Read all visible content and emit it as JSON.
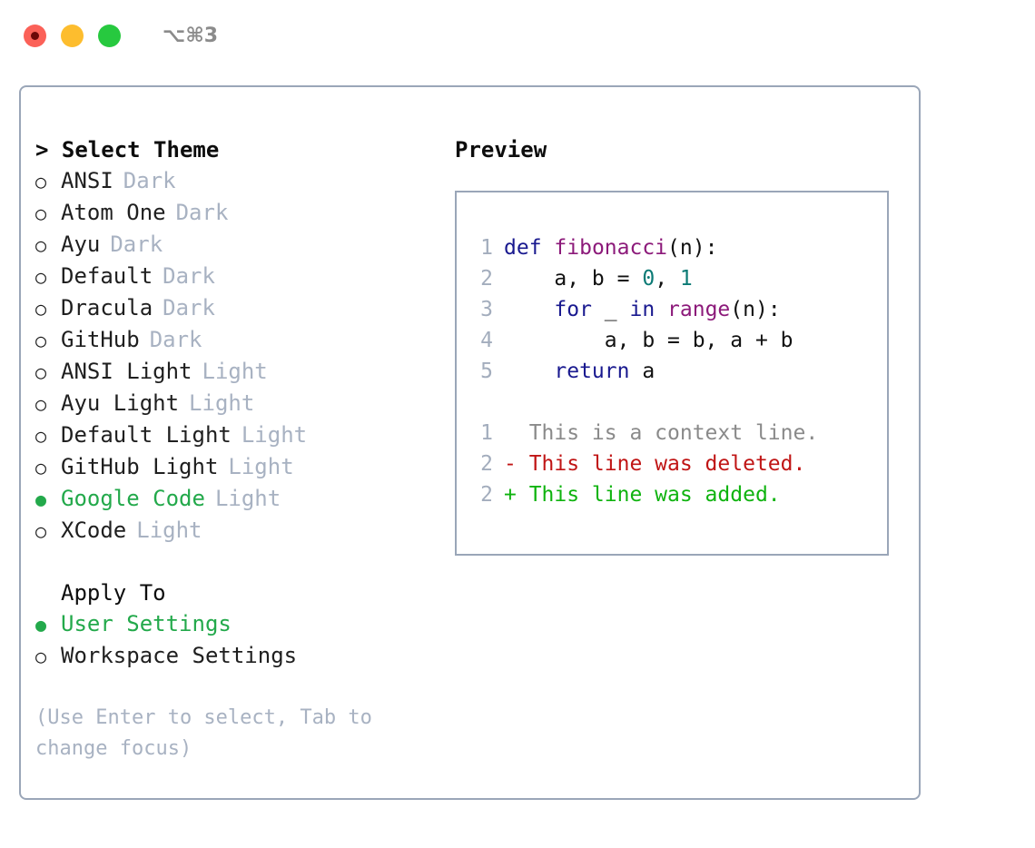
{
  "window": {
    "shortcut": "⌥⌘3",
    "lights": [
      {
        "name": "close",
        "color": "#fb6158"
      },
      {
        "name": "minimize",
        "color": "#fdbd2e"
      },
      {
        "name": "zoom",
        "color": "#27c93f"
      }
    ]
  },
  "theme_picker": {
    "header": "> Select Theme",
    "marker_selected": "●",
    "marker_unselected": "○",
    "items": [
      {
        "name": "ANSI",
        "tag": "Dark",
        "selected": false
      },
      {
        "name": "Atom One",
        "tag": "Dark",
        "selected": false
      },
      {
        "name": "Ayu",
        "tag": "Dark",
        "selected": false
      },
      {
        "name": "Default",
        "tag": "Dark",
        "selected": false
      },
      {
        "name": "Dracula",
        "tag": "Dark",
        "selected": false
      },
      {
        "name": "GitHub",
        "tag": "Dark",
        "selected": false
      },
      {
        "name": "ANSI Light",
        "tag": "Light",
        "selected": false
      },
      {
        "name": "Ayu Light",
        "tag": "Light",
        "selected": false
      },
      {
        "name": "Default Light",
        "tag": "Light",
        "selected": false
      },
      {
        "name": "GitHub Light",
        "tag": "Light",
        "selected": false
      },
      {
        "name": "Google Code",
        "tag": "Light",
        "selected": true
      },
      {
        "name": "XCode",
        "tag": "Light",
        "selected": false
      }
    ]
  },
  "apply_to": {
    "header": "Apply To",
    "items": [
      {
        "name": "User Settings",
        "selected": true
      },
      {
        "name": "Workspace Settings",
        "selected": false
      }
    ]
  },
  "hint": "(Use Enter to select, Tab to\nchange focus)",
  "preview": {
    "title": "Preview",
    "code_lines": [
      {
        "num": "1",
        "tokens": [
          {
            "t": "def",
            "k": "kw"
          },
          {
            "t": " ",
            "k": "pun"
          },
          {
            "t": "fibonacci",
            "k": "fn"
          },
          {
            "t": "(n):",
            "k": "pun"
          }
        ]
      },
      {
        "num": "2",
        "tokens": [
          {
            "t": "    a, b = ",
            "k": "id"
          },
          {
            "t": "0",
            "k": "num"
          },
          {
            "t": ", ",
            "k": "pun"
          },
          {
            "t": "1",
            "k": "num"
          }
        ]
      },
      {
        "num": "3",
        "tokens": [
          {
            "t": "    ",
            "k": "pun"
          },
          {
            "t": "for",
            "k": "kw"
          },
          {
            "t": " _ ",
            "k": "id"
          },
          {
            "t": "in",
            "k": "kw"
          },
          {
            "t": " ",
            "k": "pun"
          },
          {
            "t": "range",
            "k": "fn"
          },
          {
            "t": "(n):",
            "k": "pun"
          }
        ]
      },
      {
        "num": "4",
        "tokens": [
          {
            "t": "        a, b = b, a + b",
            "k": "id"
          }
        ]
      },
      {
        "num": "5",
        "tokens": [
          {
            "t": "    ",
            "k": "pun"
          },
          {
            "t": "return",
            "k": "kw"
          },
          {
            "t": " a",
            "k": "id"
          }
        ]
      }
    ],
    "diff_lines": [
      {
        "num": "1",
        "text": "  This is a context line.",
        "kind": "ctx"
      },
      {
        "num": "2",
        "text": "- This line was deleted.",
        "kind": "del"
      },
      {
        "num": "2",
        "text": "+ This line was added.",
        "kind": "add"
      }
    ]
  },
  "colors": {
    "accent_green": "#23a94b",
    "muted_slate": "#a8b2c2",
    "border": "#9aa6b8",
    "keyword": "#19198f",
    "function": "#8c1a7a",
    "number": "#0b7a75",
    "diff_context": "#8a8a8a",
    "diff_deleted": "#c01515",
    "diff_added": "#0fb30f"
  }
}
